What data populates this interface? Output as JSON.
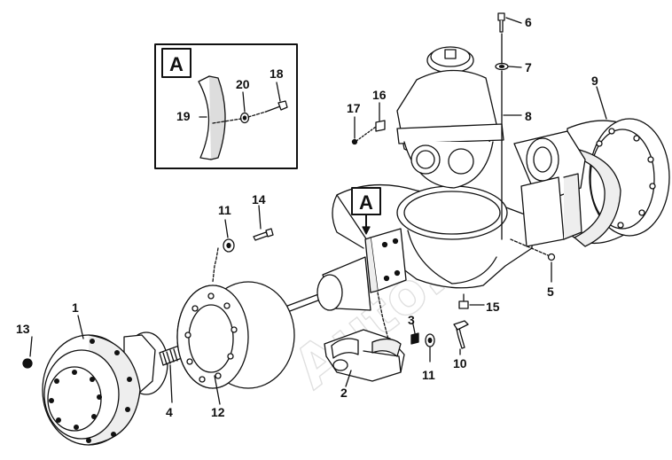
{
  "watermark": "Auto.",
  "detail": {
    "letter": "A",
    "pointer_letter": "A"
  },
  "callouts": {
    "n1": "1",
    "n2": "2",
    "n3": "3",
    "n4": "4",
    "n5": "5",
    "n6": "6",
    "n7": "7",
    "n8": "8",
    "n9": "9",
    "n10": "10",
    "n11a": "11",
    "n11b": "11",
    "n12": "12",
    "n13": "13",
    "n14": "14",
    "n15": "15",
    "n16": "16",
    "n17": "17",
    "n18": "18",
    "n19": "19",
    "n20": "20"
  }
}
